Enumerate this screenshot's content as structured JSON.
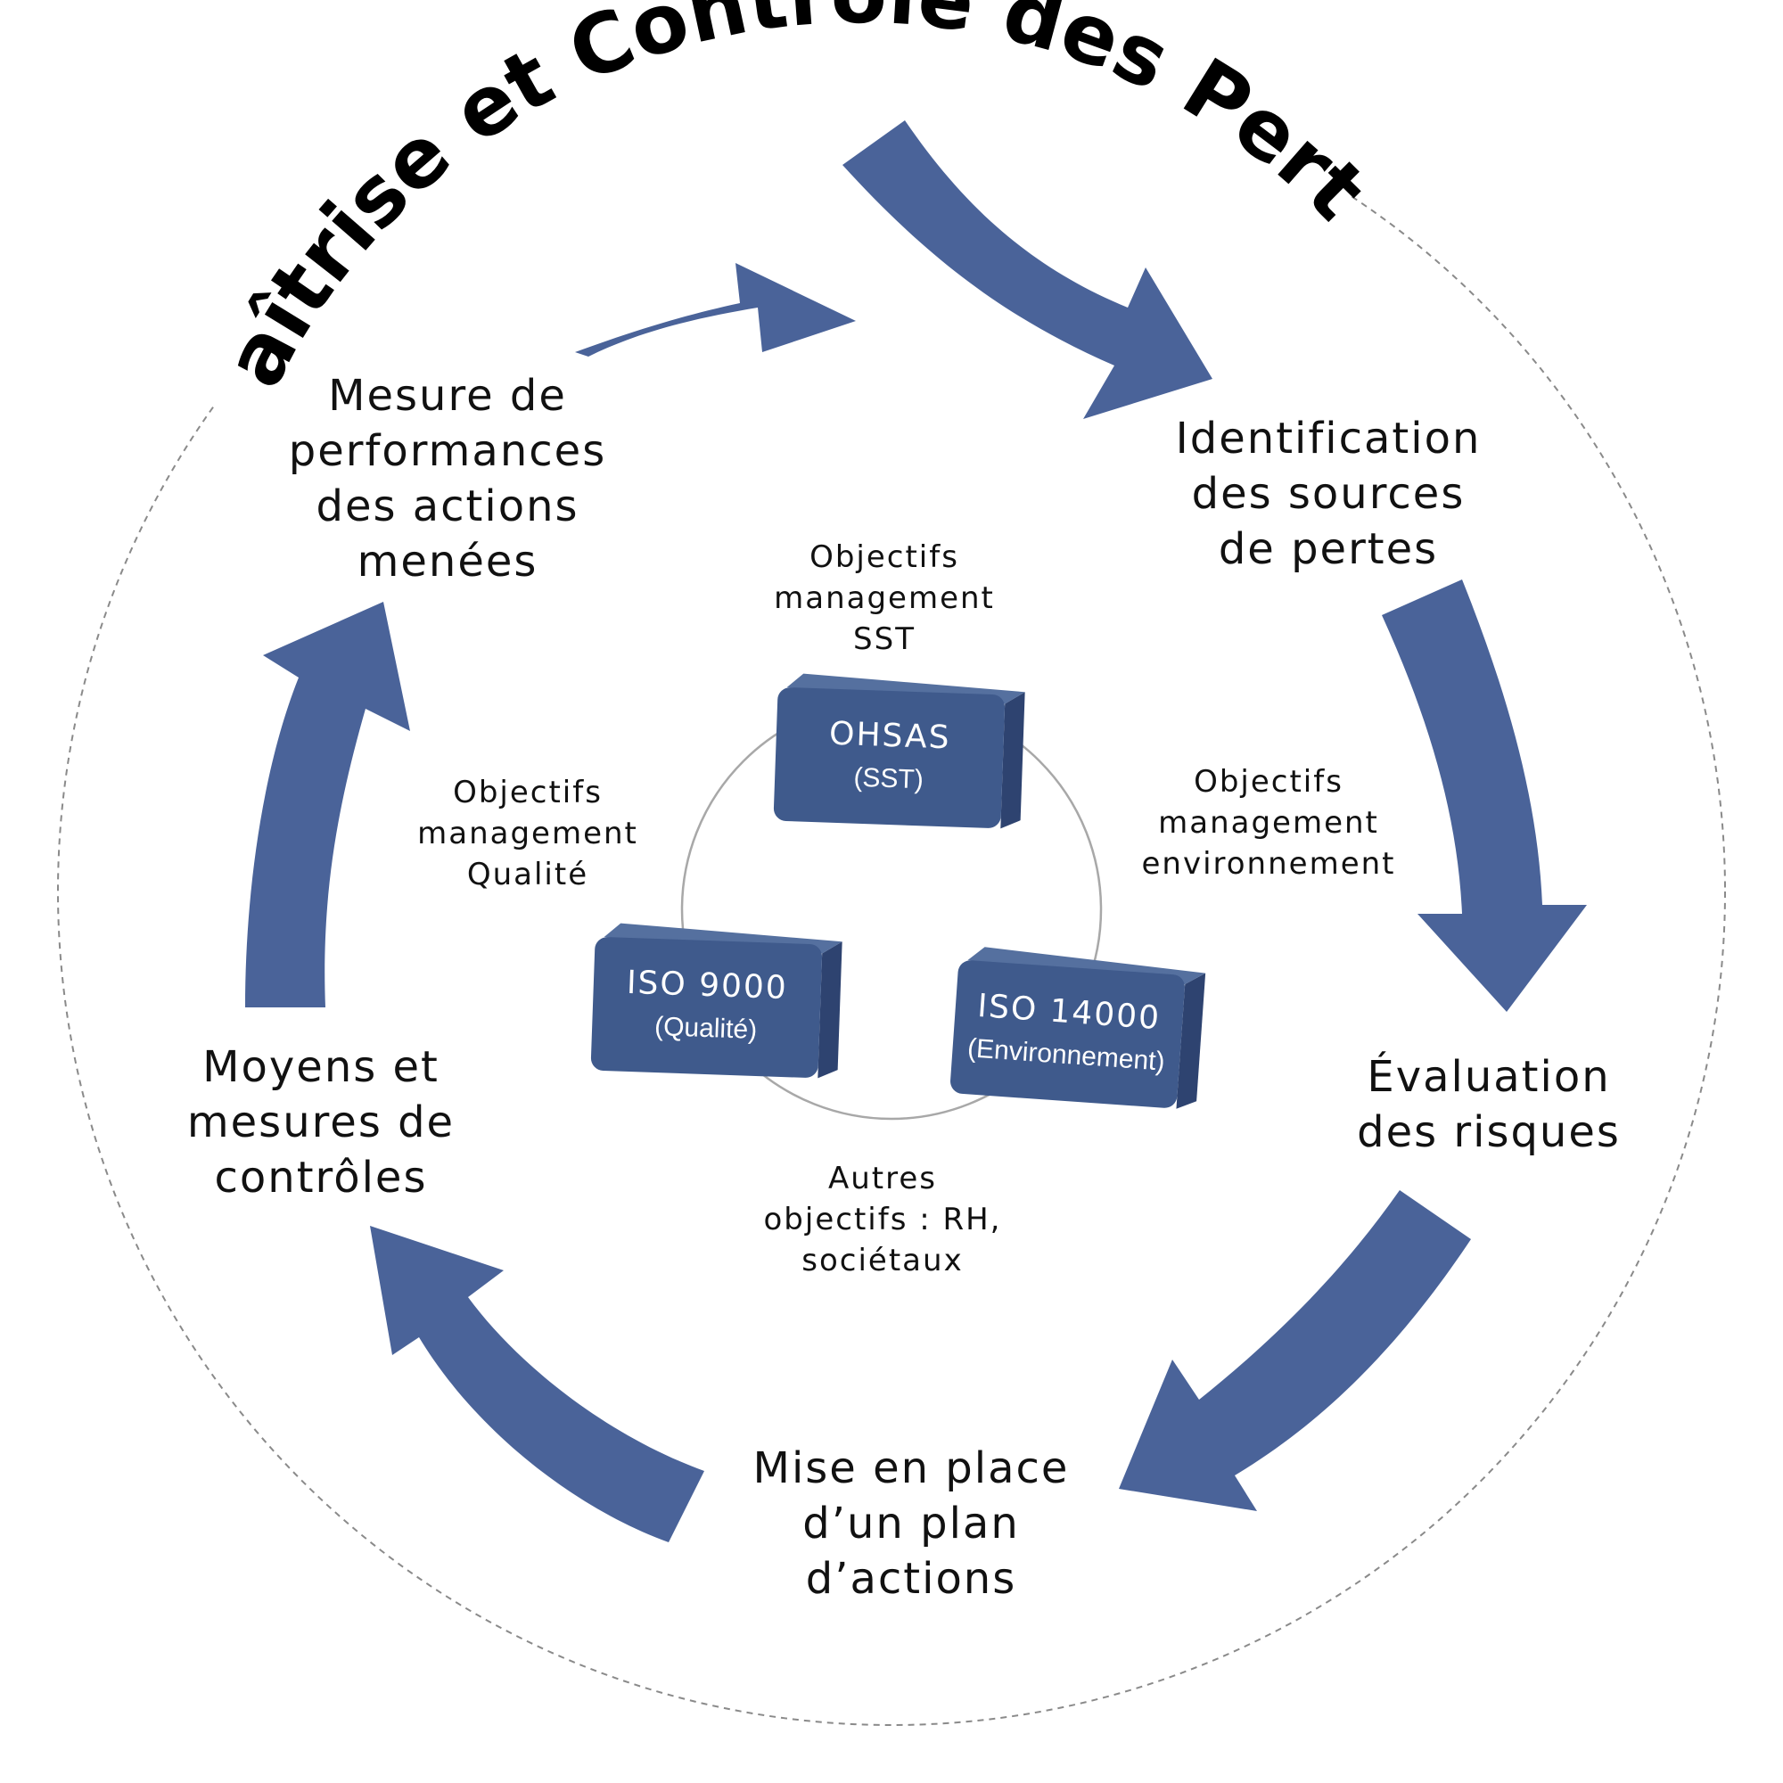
{
  "title": "Maîtrise et Contrôle des Pertes",
  "colors": {
    "arrow": "#4a6399",
    "box_front": "#3f5a8c",
    "box_side": "#2e4370",
    "box_top": "#55709f",
    "outer_circle": "#8a8a8a",
    "inner_circle": "#a8a8a8"
  },
  "cycle_stages": [
    {
      "lines": [
        "Identification",
        "des sources",
        "de pertes"
      ]
    },
    {
      "lines": [
        "Évaluation",
        "des risques"
      ]
    },
    {
      "lines": [
        "Mise en place",
        "d’un plan",
        "d’actions"
      ]
    },
    {
      "lines": [
        "Moyens et",
        "mesures de",
        "contrôles"
      ]
    },
    {
      "lines": [
        "Mesure de",
        "performances",
        "des actions",
        "menées"
      ]
    }
  ],
  "objectives": [
    {
      "lines": [
        "Objectifs",
        "management",
        "SST"
      ]
    },
    {
      "lines": [
        "Objectifs",
        "management",
        "environnement"
      ]
    },
    {
      "lines": [
        "Autres",
        "objectifs : RH,",
        "sociétaux"
      ]
    },
    {
      "lines": [
        "Objectifs",
        "management",
        "Qualité"
      ]
    }
  ],
  "standards": [
    {
      "title": "OHSAS",
      "subtitle": "(SST)",
      "icon": "block-3d"
    },
    {
      "title": "ISO 14000",
      "subtitle": "(Environnement)",
      "icon": "block-3d"
    },
    {
      "title": "ISO 9000",
      "subtitle": "(Qualité)",
      "icon": "block-3d"
    }
  ]
}
